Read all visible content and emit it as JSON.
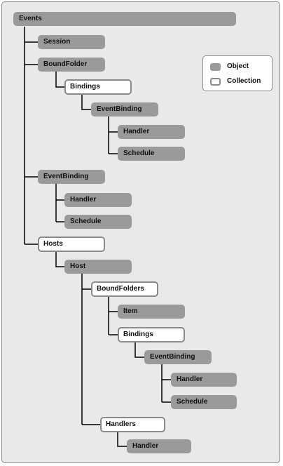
{
  "legend": {
    "object_label": "Object",
    "collection_label": "Collection"
  },
  "nodes": {
    "events": "Events",
    "session": "Session",
    "boundfolder": "BoundFolder",
    "bindings_1": "Bindings",
    "eventbinding_1": "EventBinding",
    "handler_1": "Handler",
    "schedule_1": "Schedule",
    "eventbinding_2": "EventBinding",
    "handler_2": "Handler",
    "schedule_2": "Schedule",
    "hosts": "Hosts",
    "host": "Host",
    "boundfolders": "BoundFolders",
    "item": "Item",
    "bindings_2": "Bindings",
    "eventbinding_3": "EventBinding",
    "handler_3": "Handler",
    "schedule_3": "Schedule",
    "handlers": "Handlers",
    "handler_4": "Handler"
  }
}
